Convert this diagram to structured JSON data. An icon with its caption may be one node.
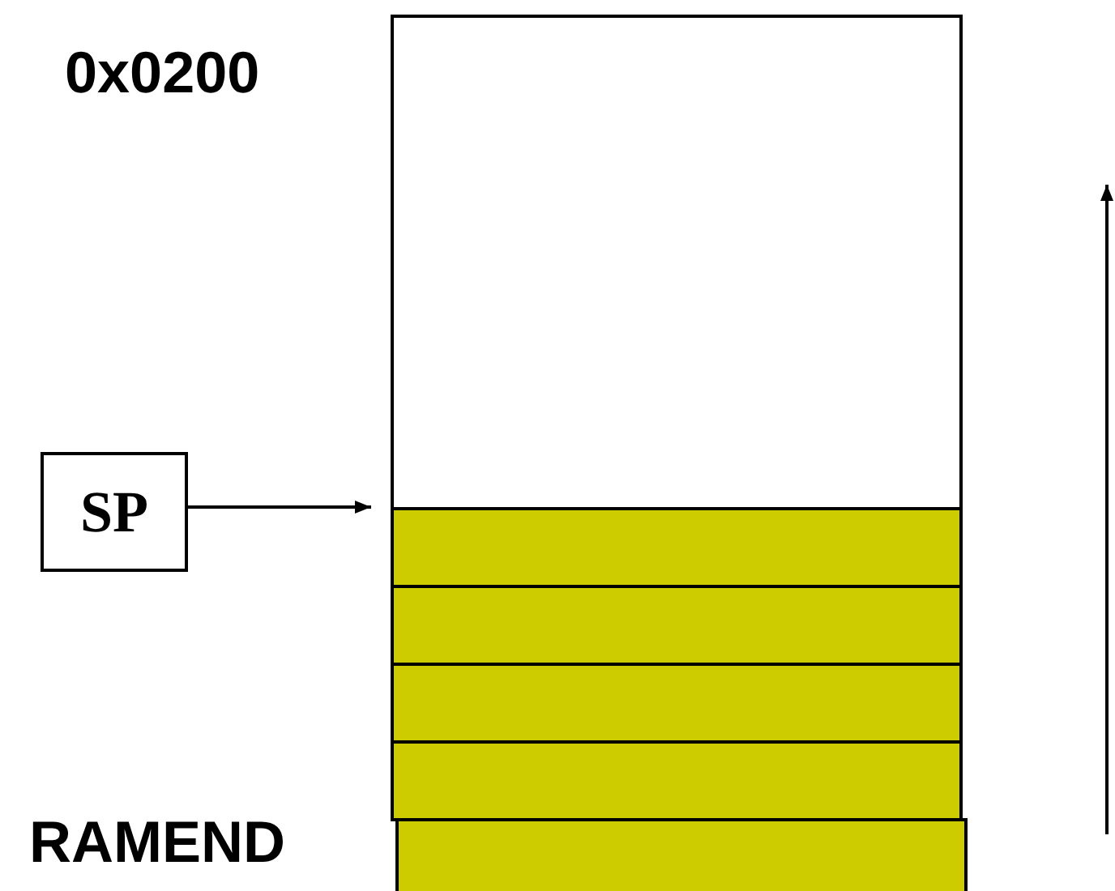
{
  "diagram": {
    "nodes": [
      {
        "text": [
          "SP"
        ]
      },
      {
        "text": [],
        "shape": "box"
      },
      {
        "text": [],
        "shape": "bar"
      },
      {
        "text": [],
        "shape": "bar"
      },
      {
        "text": [],
        "shape": "bar"
      },
      {
        "text": [],
        "shape": "bar"
      },
      {
        "text": [],
        "shape": "bar"
      }
    ],
    "edges": [
      {
        "from": 0,
        "to": 2,
        "arrow": "to"
      }
    ],
    "labels": [
      "0x0200",
      "RAMEND"
    ]
  }
}
